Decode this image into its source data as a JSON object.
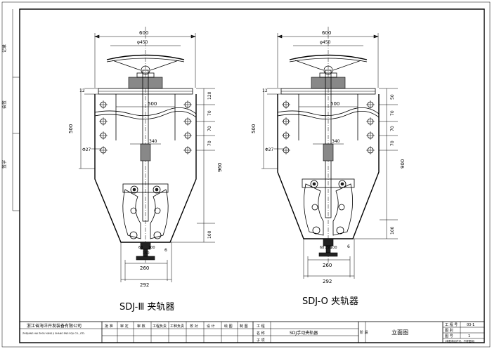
{
  "side_labels": [
    "记录",
    "会签",
    "签字"
  ],
  "view_left": {
    "caption": "SDJ-Ⅲ 夹轨器",
    "top_width": "600",
    "wheel_dia": "φ450",
    "dim_12": "12",
    "inner_width": "500",
    "lower_inner": "340",
    "height_left": "500",
    "right_dims": [
      "120",
      "70",
      "70",
      "70"
    ],
    "total_height": "960",
    "bottom_dim": "100",
    "hole": "Φ27",
    "rail_dims": [
      "68",
      "150",
      "100"
    ],
    "dim_6": "6",
    "width_260": "260",
    "width_292": "292"
  },
  "view_right": {
    "caption": "SDJ-O 夹轨器",
    "top_width": "600",
    "wheel_dia": "φ450",
    "dim_12": "12",
    "inner_width": "500",
    "lower_inner": "340",
    "height_left": "500",
    "right_dims": [
      "50",
      "70",
      "70",
      "70"
    ],
    "total_height": "900",
    "bottom_dim": "100",
    "hole": "Φ27",
    "rail_dims": [
      "68",
      "150",
      "100"
    ],
    "dim_6": "6",
    "width_260": "260",
    "width_292": "292"
  },
  "title_block": {
    "company": "浙江省海洋开发装备有限公司",
    "company_en": "ZHEJIANG HAI ZHOU YANG JI SHANG ENG EQU CO., LTD.",
    "row_labels": [
      "批 准",
      "审 定",
      "审 核",
      "工程负责",
      "工种负责",
      "校 对",
      "设 计",
      "绘 图",
      "制 图"
    ],
    "project_label": "工 程",
    "name_label": "名 称",
    "sub_label": "子 项",
    "drawing_name": "SDJ手动夹轨器",
    "stage_label": "阶 段",
    "view_title": "立面图",
    "work_no_label": "工 程 号",
    "work_no": "03-1",
    "drawing_no_label": "图 别",
    "sheet_label": "图 号",
    "sheet_no": "1",
    "footnote": "(本图未经许可，不得复制)"
  }
}
